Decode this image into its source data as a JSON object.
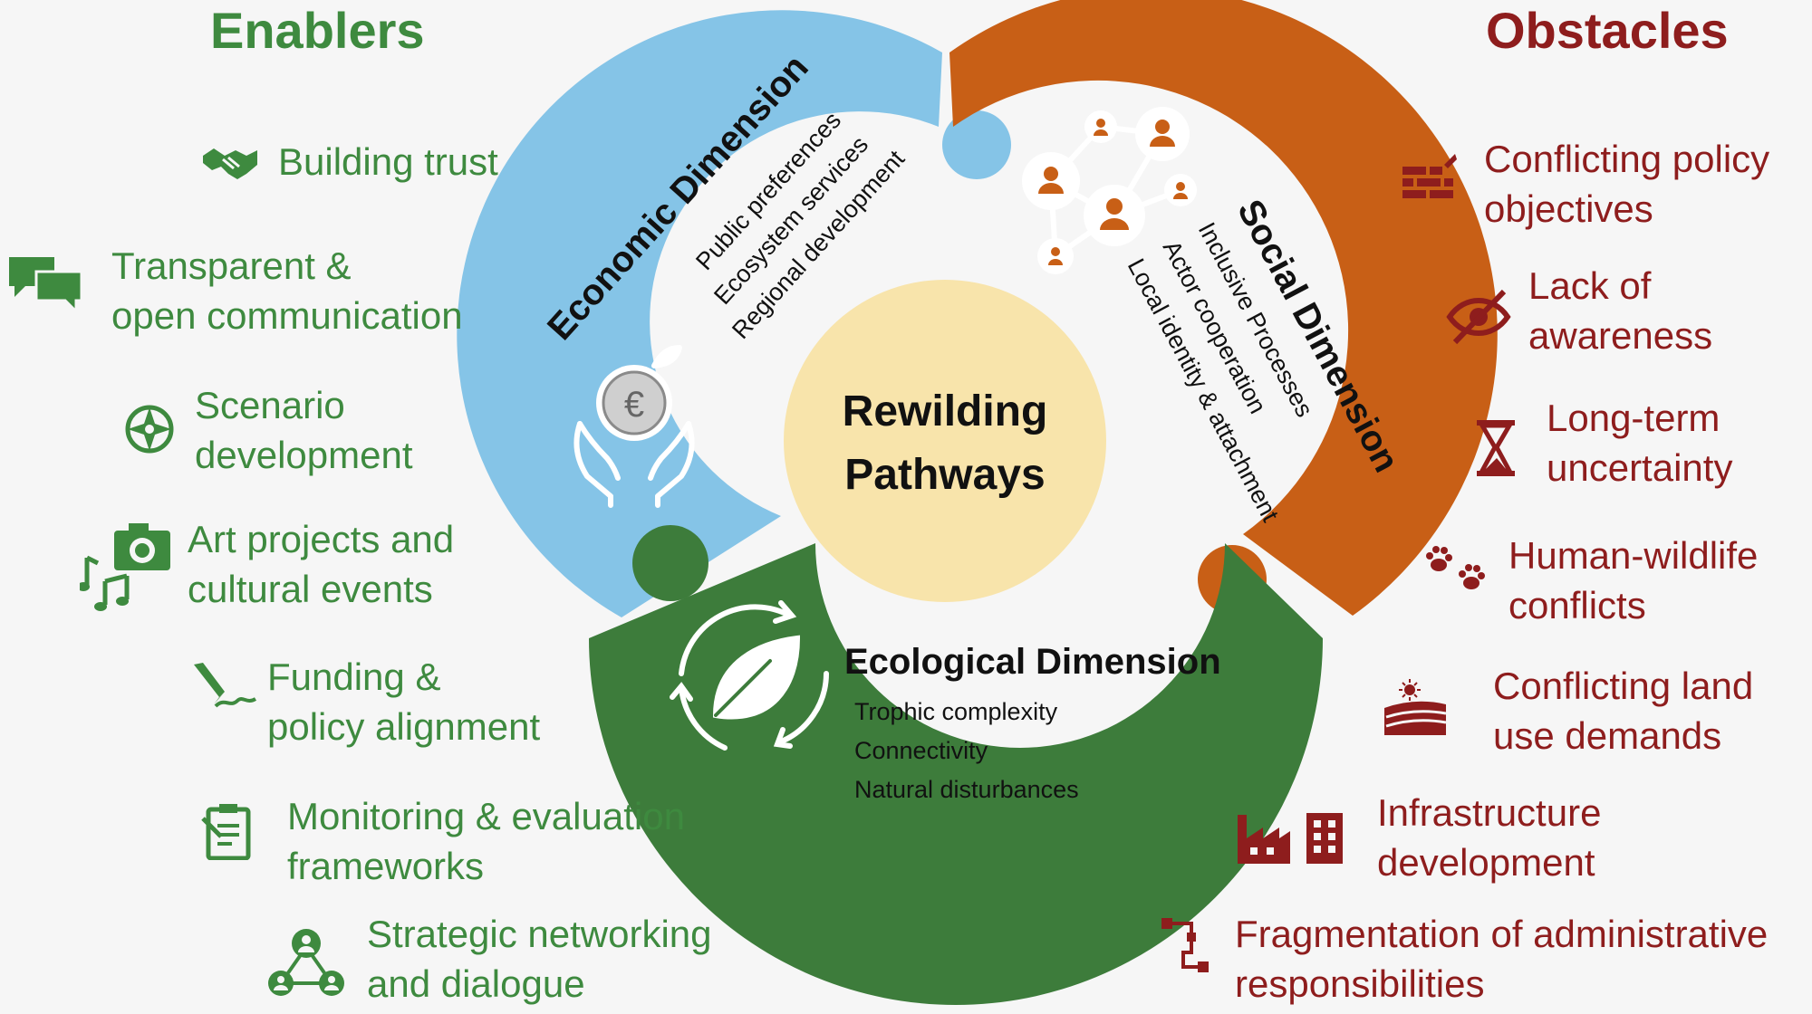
{
  "title_enablers": "Enablers",
  "title_obstacles": "Obstacles",
  "center": {
    "line1": "Rewilding",
    "line2": "Pathways"
  },
  "economic": {
    "title": "Economic Dimension",
    "items": [
      "Public preferences",
      "Ecosystem services",
      "Regional development"
    ],
    "icon": "hands-holding-euro-coin-icon"
  },
  "social": {
    "title": "Social Dimension",
    "items": [
      "Inclusive Processes",
      "Actor cooperation",
      "Local identity & attachment"
    ],
    "icon": "people-network-icon"
  },
  "ecological": {
    "title": "Ecological Dimension",
    "items": [
      "Trophic complexity",
      "Connectivity",
      "Natural disturbances"
    ],
    "icon": "leaf-recycle-icon"
  },
  "enablers": [
    {
      "lines": [
        "Building trust"
      ],
      "icon": "handshake-icon"
    },
    {
      "lines": [
        "Transparent &",
        "open communication"
      ],
      "icon": "speech-bubbles-icon"
    },
    {
      "lines": [
        "Scenario",
        "development"
      ],
      "icon": "compass-icon"
    },
    {
      "lines": [
        "Art projects and",
        "cultural events"
      ],
      "icon": "camera-music-icon"
    },
    {
      "lines": [
        "Funding &",
        "policy alignment"
      ],
      "icon": "signing-pen-icon"
    },
    {
      "lines": [
        "Monitoring & evaluation",
        "frameworks"
      ],
      "icon": "clipboard-icon"
    },
    {
      "lines": [
        "Strategic networking",
        "and dialogue"
      ],
      "icon": "network-users-icon"
    }
  ],
  "obstacles": [
    {
      "lines": [
        "Conflicting policy",
        "objectives"
      ],
      "icon": "broken-wall-icon"
    },
    {
      "lines": [
        "Lack of",
        "awareness"
      ],
      "icon": "eye-slash-icon"
    },
    {
      "lines": [
        "Long-term",
        "uncertainty"
      ],
      "icon": "hourglass-icon"
    },
    {
      "lines": [
        "Human-wildlife",
        "conflicts"
      ],
      "icon": "paw-prints-icon"
    },
    {
      "lines": [
        "Conflicting land",
        "use demands"
      ],
      "icon": "field-sun-icon"
    },
    {
      "lines": [
        "Infrastructure",
        "development"
      ],
      "icon": "factory-building-icon"
    },
    {
      "lines": [
        "Fragmentation of administrative",
        "responsibilities"
      ],
      "icon": "flowchart-icon"
    }
  ],
  "colors": {
    "enabler": "#3e8a3f",
    "obstacle": "#8e1d1d",
    "economic": "#85c4e7",
    "social": "#c85f16",
    "ecological": "#3d7c3b",
    "center": "#f8e4ab"
  }
}
